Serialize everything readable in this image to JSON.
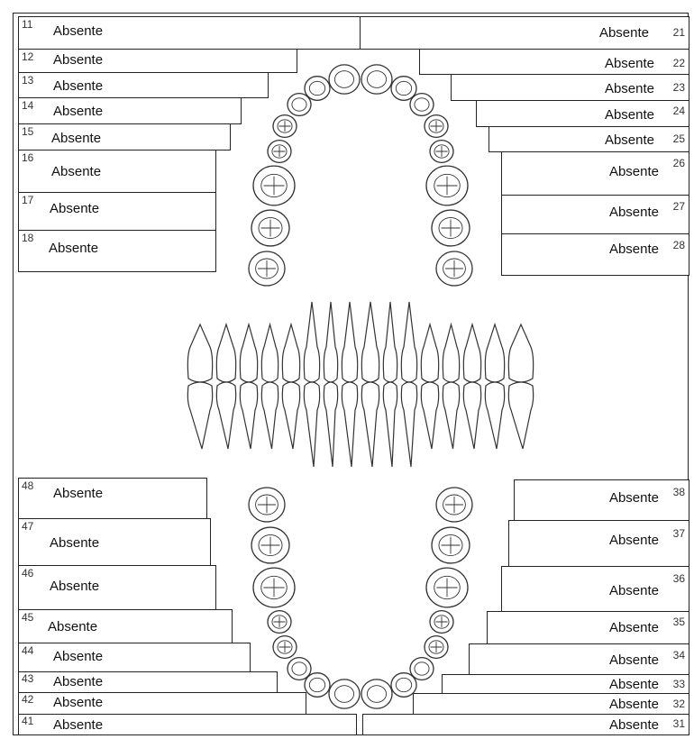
{
  "teeth": {
    "t11": {
      "num": "11",
      "value": "Absente"
    },
    "t12": {
      "num": "12",
      "value": "Absente"
    },
    "t13": {
      "num": "13",
      "value": "Absente"
    },
    "t14": {
      "num": "14",
      "value": "Absente"
    },
    "t15": {
      "num": "15",
      "value": "Absente"
    },
    "t16": {
      "num": "16",
      "value": "Absente"
    },
    "t17": {
      "num": "17",
      "value": "Absente"
    },
    "t18": {
      "num": "18",
      "value": "Absente"
    },
    "t21": {
      "num": "21",
      "value": "Absente"
    },
    "t22": {
      "num": "22",
      "value": "Absente"
    },
    "t23": {
      "num": "23",
      "value": "Absente"
    },
    "t24": {
      "num": "24",
      "value": "Absente"
    },
    "t25": {
      "num": "25",
      "value": "Absente"
    },
    "t26": {
      "num": "26",
      "value": "Absente"
    },
    "t27": {
      "num": "27",
      "value": "Absente"
    },
    "t28": {
      "num": "28",
      "value": "Absente"
    },
    "t48": {
      "num": "48",
      "value": "Absente"
    },
    "t47": {
      "num": "47",
      "value": "Absente"
    },
    "t46": {
      "num": "46",
      "value": "Absente"
    },
    "t45": {
      "num": "45",
      "value": "Absente"
    },
    "t44": {
      "num": "44",
      "value": "Absente"
    },
    "t43": {
      "num": "43",
      "value": "Absente"
    },
    "t42": {
      "num": "42",
      "value": "Absente"
    },
    "t41": {
      "num": "41",
      "value": "Absente"
    },
    "t38": {
      "num": "38",
      "value": "Absente"
    },
    "t37": {
      "num": "37",
      "value": "Absente"
    },
    "t36": {
      "num": "36",
      "value": "Absente"
    },
    "t35": {
      "num": "35",
      "value": "Absente"
    },
    "t34": {
      "num": "34",
      "value": "Absente"
    },
    "t33": {
      "num": "33",
      "value": "Absente"
    },
    "t32": {
      "num": "32",
      "value": "Absente"
    },
    "t31": {
      "num": "31",
      "value": "Absente"
    }
  }
}
